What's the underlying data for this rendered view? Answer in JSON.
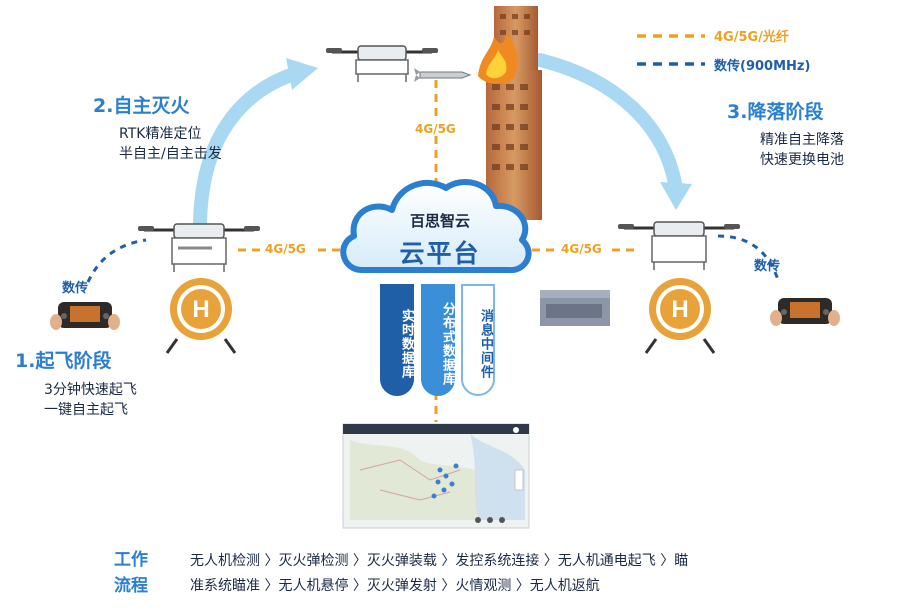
{
  "legend": [
    {
      "label": "4G/5G/光纤",
      "color": "#f0a020"
    },
    {
      "label": "数传(900MHz)",
      "color": "#1f5fa8"
    }
  ],
  "stages": [
    {
      "title": "1.起飞阶段",
      "lines": [
        "3分钟快速起飞",
        "一键自主起飞"
      ]
    },
    {
      "title": "2.自主灭火",
      "lines": [
        "RTK精准定位",
        "半自主/自主击发"
      ]
    },
    {
      "title": "3.降落阶段",
      "lines": [
        "精准自主降落",
        "快速更换电池"
      ]
    }
  ],
  "links": {
    "top": "4G/5G",
    "left": "4G/5G",
    "right": "4G/5G",
    "datalink_left": "数传",
    "datalink_right": "数传"
  },
  "cloud": {
    "brand": "百思智云",
    "platform": "云平台"
  },
  "modules": [
    "实时数据库",
    "分布式数据库",
    "消息中间件"
  ],
  "workflow": {
    "title_lines": [
      "工作",
      "流程"
    ],
    "line1": "无人机检测 〉灭火弹检测 〉灭火弹装载 〉发控系统连接 〉无人机通电起飞 〉瞄",
    "line2": "准系统瞄准 〉无人机悬停 〉灭火弹发射 〉火情观测 〉无人机返航"
  },
  "colors": {
    "accent": "#2b7fd0",
    "orange": "#f0a020",
    "navy": "#1f5fa8",
    "arrow": "#a9d8f3",
    "pad": "#e8a23a"
  },
  "icons": [
    "drone-icon",
    "helipad-icon",
    "remote-controller-icon",
    "building-fire-icon",
    "server-icon",
    "map-screenshot-icon",
    "cloud-icon"
  ]
}
